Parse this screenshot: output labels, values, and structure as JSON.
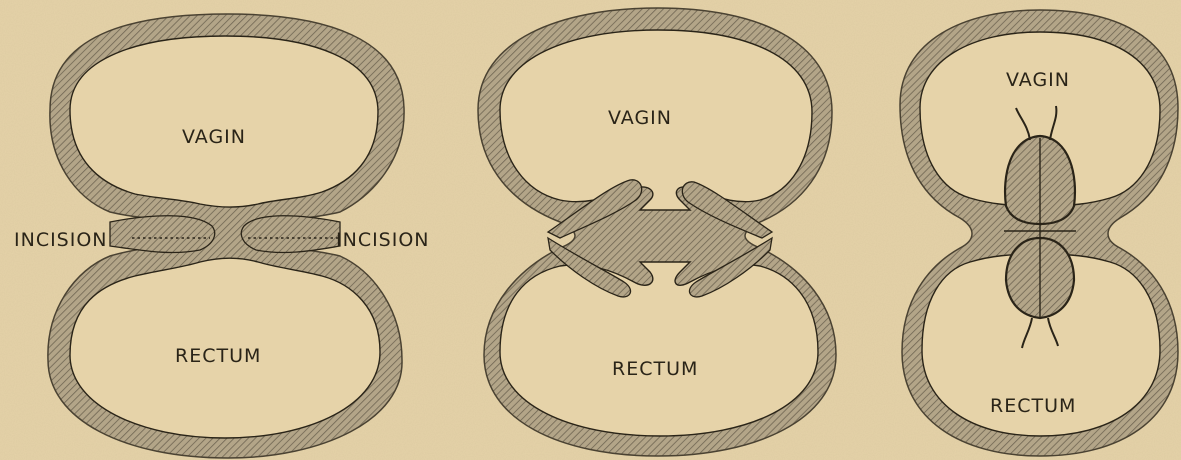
{
  "figures": [
    {
      "id": "left",
      "top_label": "VAGIN",
      "bottom_label": "RECTUM"
    },
    {
      "id": "middle",
      "top_label": "VAGIN",
      "bottom_label": "RECTUM"
    },
    {
      "id": "right",
      "top_label": "VAGIN",
      "bottom_label": "RECTUM"
    }
  ],
  "incision_label_left": "INCISION",
  "incision_label_right": "INCISION",
  "colors": {
    "paper": "#e6d3a9",
    "wall": "#a89a80",
    "ink": "#2a2418"
  }
}
